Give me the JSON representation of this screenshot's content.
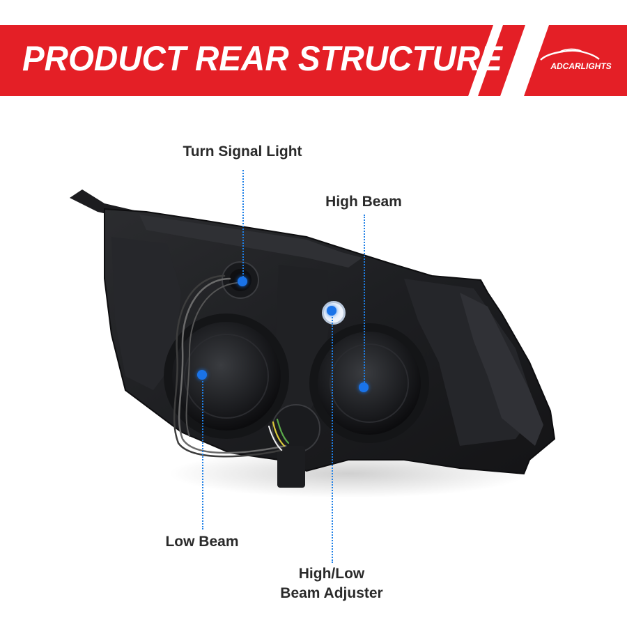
{
  "banner": {
    "title": "PRODUCT REAR STRUCTURE",
    "brand": "ADCARLIGHTS",
    "color": "#e41f26"
  },
  "callouts": {
    "turn_signal": "Turn Signal Light",
    "high_beam": "High Beam",
    "low_beam": "Low Beam",
    "adjuster_line1": "High/Low",
    "adjuster_line2": "Beam Adjuster",
    "accent_color": "#1a73e8"
  }
}
